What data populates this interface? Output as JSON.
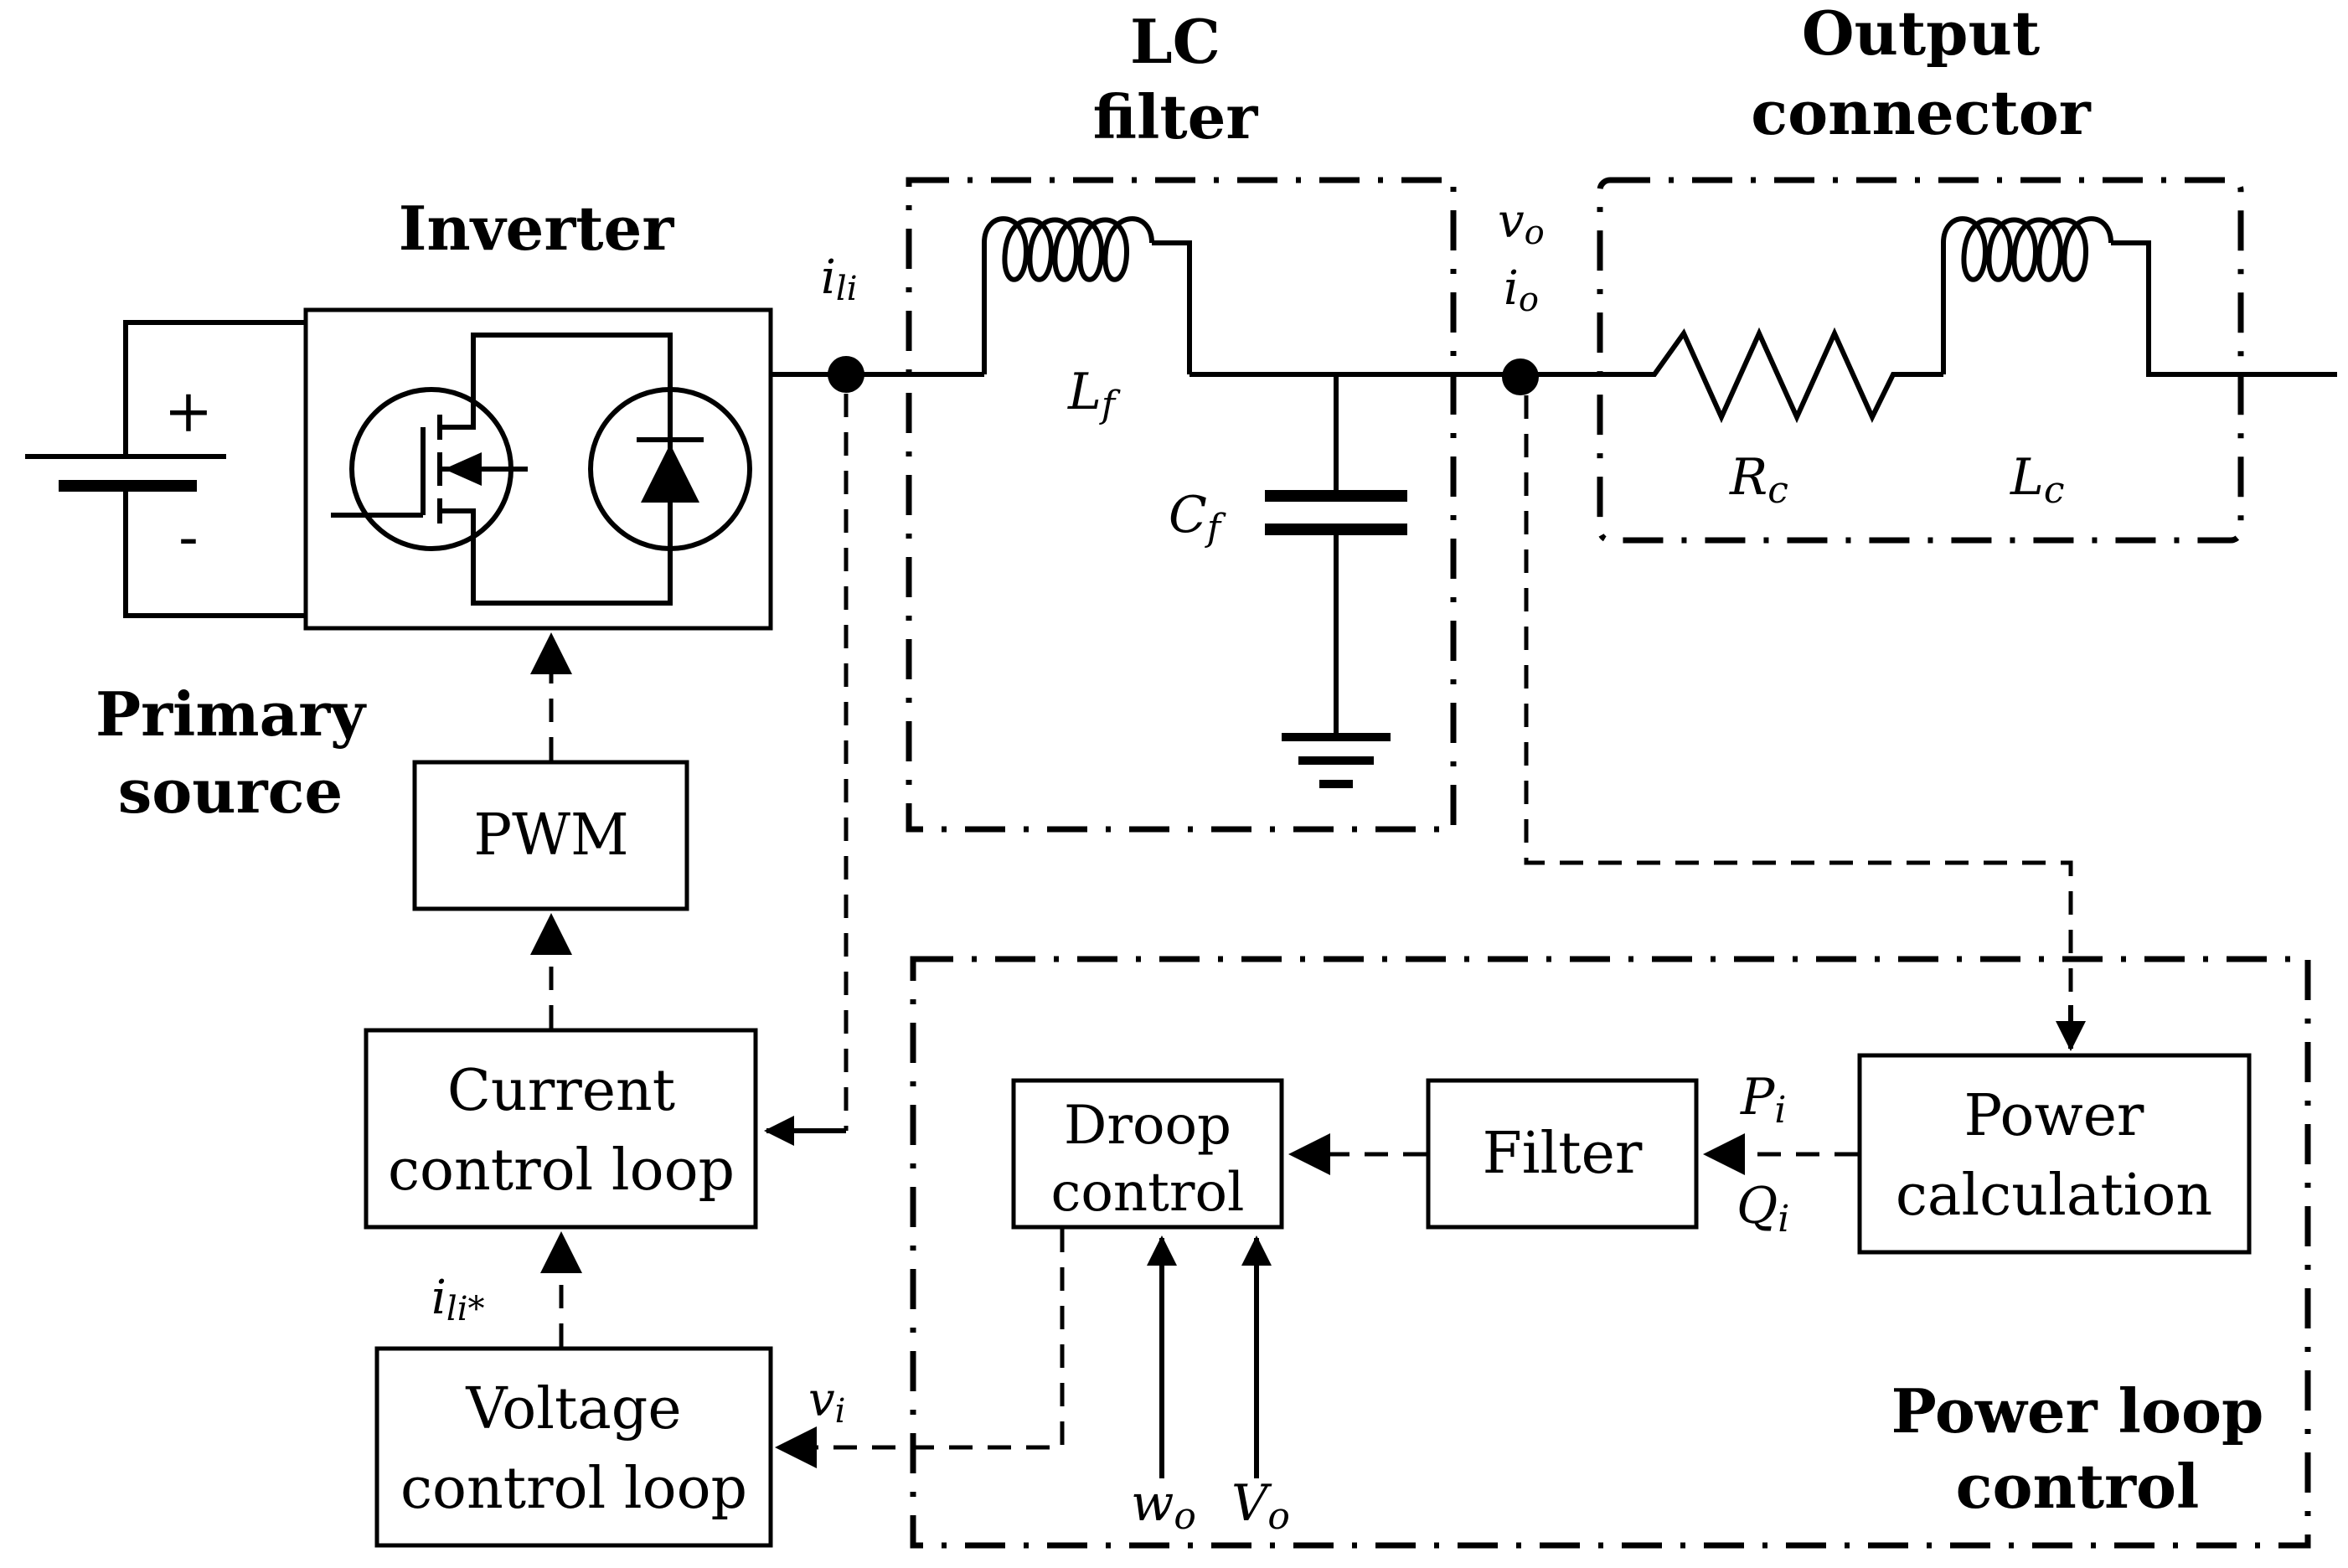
{
  "headings": {
    "inverter": "Inverter",
    "lc_filter_line1": "LC",
    "lc_filter_line2": "filter",
    "output_connector_line1": "Output",
    "output_connector_line2": "connector",
    "primary_source_line1": "Primary",
    "primary_source_line2": "source",
    "power_loop_line1": "Power loop",
    "power_loop_line2": "control"
  },
  "blocks": {
    "pwm": "PWM",
    "current_loop_line1": "Current",
    "current_loop_line2": "control loop",
    "voltage_loop_line1": "Voltage",
    "voltage_loop_line2": "control loop",
    "droop_line1": "Droop",
    "droop_line2": "control",
    "filter": "Filter",
    "power_calc_line1": "Power",
    "power_calc_line2": "calculation"
  },
  "symbols": {
    "battery_plus": "+",
    "battery_minus": "-",
    "i_li": "i",
    "i_li_sub": "li",
    "i_li_ref": "i",
    "i_li_ref_sub": "li*",
    "v_o": "v",
    "v_o_sub": "o",
    "i_o": "i",
    "i_o_sub": "o",
    "L_f": "L",
    "L_f_sub": "f",
    "C_f": "C",
    "C_f_sub": "f",
    "R_c": "R",
    "R_c_sub": "c",
    "L_c": "L",
    "L_c_sub": "c",
    "P_i": "P",
    "P_i_sub": "i",
    "Q_i": "Q",
    "Q_i_sub": "i",
    "v_i": "v",
    "v_i_sub": "i",
    "w_o": "w",
    "w_o_sub": "o",
    "V_o": "V",
    "V_o_sub": "o"
  }
}
